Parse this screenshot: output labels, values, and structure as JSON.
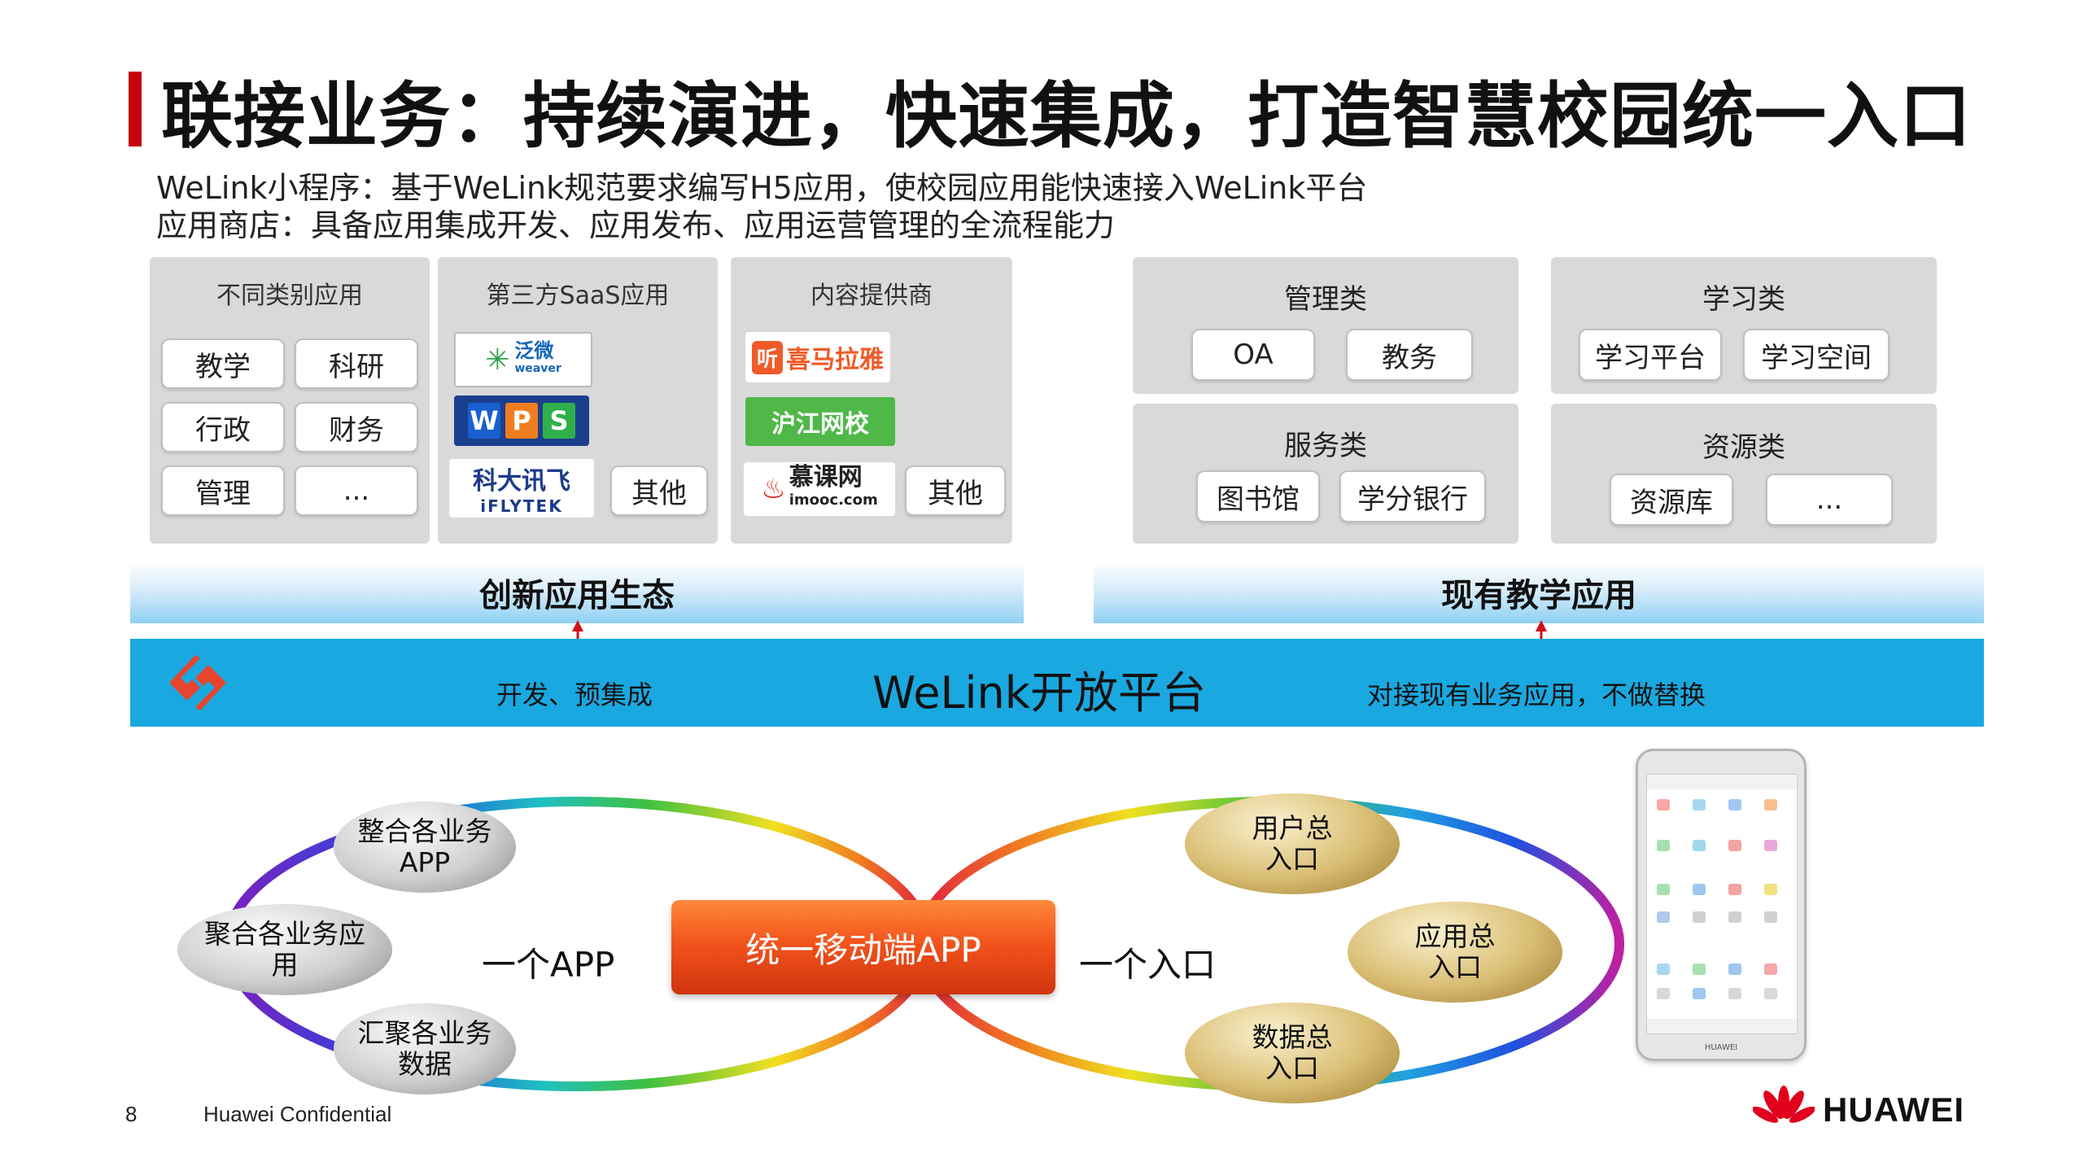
{
  "title": "联接业务：持续演进，快速集成，打造智慧校园统一入口",
  "subtitle1": "WeLink小程序：基于WeLink规范要求编写H5应用，使校园应用能快速接入WeLink平台",
  "subtitle2": "应用商店：具备应用集成开发、应用发布、应用运营管理的全流程能力",
  "left_panels": {
    "p1": {
      "title": "不同类别应用",
      "items": [
        "教学",
        "科研",
        "行政",
        "财务",
        "管理",
        "..."
      ]
    },
    "p2": {
      "title": "第三方SaaS应用",
      "logos": [
        "泛微",
        "weaver",
        "WPS",
        "科大讯飞",
        "iFLYTEK"
      ],
      "other": "其他"
    },
    "p3": {
      "title": "内容提供商",
      "logos": [
        "喜马拉雅",
        "沪江网校",
        "慕课网",
        "imooc.com"
      ],
      "other": "其他"
    }
  },
  "right_panels": {
    "mgmt": {
      "title": "管理类",
      "items": [
        "OA",
        "教务"
      ]
    },
    "study": {
      "title": "学习类",
      "items": [
        "学习平台",
        "学习空间"
      ]
    },
    "service": {
      "title": "服务类",
      "items": [
        "图书馆",
        "学分银行"
      ]
    },
    "resource": {
      "title": "资源类",
      "items": [
        "资源库",
        "..."
      ]
    }
  },
  "bands": {
    "left": "创新应用生态",
    "right": "现有教学应用"
  },
  "platform": {
    "name": "WeLink开放平台",
    "left_note": "开发、预集成",
    "right_note": "对接现有业务应用，不做替换"
  },
  "diagram": {
    "center": "统一移动端APP",
    "left_label": "一个APP",
    "right_label": "一个入口",
    "left_balls": [
      "整合各业务APP",
      "聚合各业务应用",
      "汇聚各业务数据"
    ],
    "right_balls": [
      "用户总入口",
      "应用总入口",
      "数据总入口"
    ]
  },
  "phone": {
    "brand": "HUAWEI"
  },
  "footer": {
    "page": "8",
    "confidential": "Huawei Confidential",
    "brand": "HUAWEI"
  },
  "colors": {
    "accent_red": "#c7000b",
    "platform_blue": "#1aa8e0",
    "center_orange": "#f2541d"
  }
}
